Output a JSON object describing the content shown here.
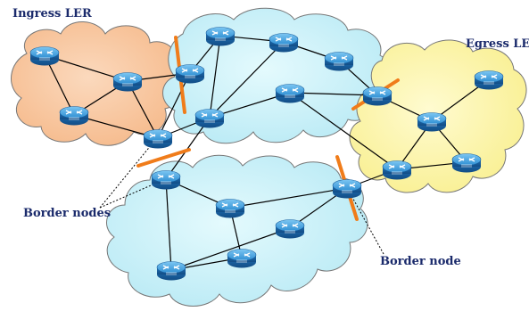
{
  "labels": {
    "ingress": "Ingress LER",
    "egress": "Egress LER",
    "border_nodes": "Border nodes",
    "border_node": "Border node"
  },
  "colors": {
    "cloud_orange": "#f9c9a3",
    "cloud_cyan": "#c9f1f9",
    "cloud_yellow": "#fdf6a6",
    "router_body": "#2a82c8",
    "border_line": "#f07c1a",
    "label_text": "#1a2a6b"
  },
  "icons": {
    "router": "router-icon"
  }
}
